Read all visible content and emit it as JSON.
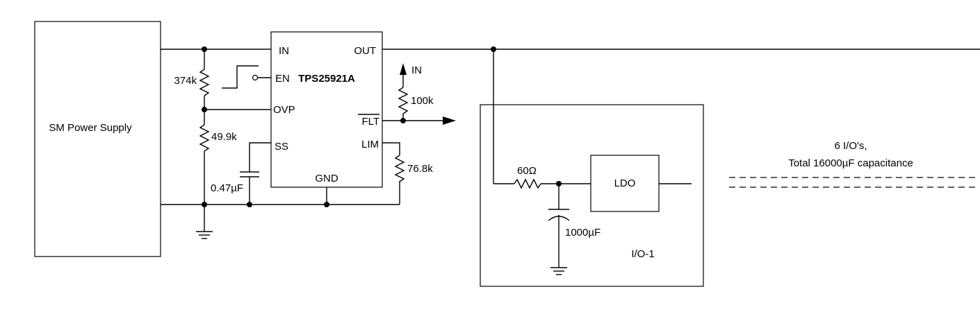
{
  "supply": {
    "label": "SM Power Supply"
  },
  "chip": {
    "name": "TPS25921A",
    "pins": {
      "in": "IN",
      "out": "OUT",
      "en": "EN",
      "ovp": "OVP",
      "flt": "FLT",
      "ss": "SS",
      "lim": "LIM",
      "gnd": "GND"
    }
  },
  "components": {
    "r_top": "374k",
    "r_bottom": "49.9k",
    "r_pullup": "100k",
    "r_pullup_supply": "IN",
    "r_lim": "76.8k",
    "c_ss": "0.47µF",
    "r_io": "60Ω",
    "c_io": "1000µF"
  },
  "io_block": {
    "ldo_label": "LDO",
    "name": "I/O-1"
  },
  "note": {
    "line1": "6 I/O's,",
    "line2": "Total 16000µF capacitance"
  }
}
